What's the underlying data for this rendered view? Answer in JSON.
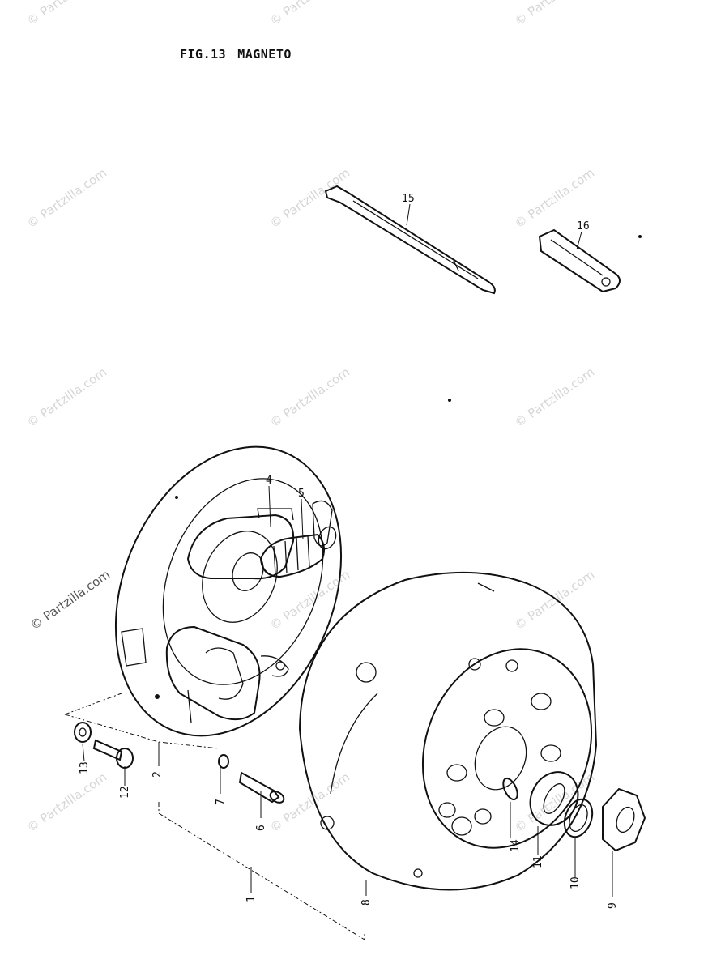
{
  "figure": {
    "code": "FIG.13",
    "name": "MAGNETO"
  },
  "watermark": "© Partzilla.com",
  "callouts": [
    "1",
    "2",
    "4",
    "5",
    "6",
    "7",
    "8",
    "9",
    "10",
    "11",
    "12",
    "13",
    "14",
    "15",
    "16"
  ]
}
